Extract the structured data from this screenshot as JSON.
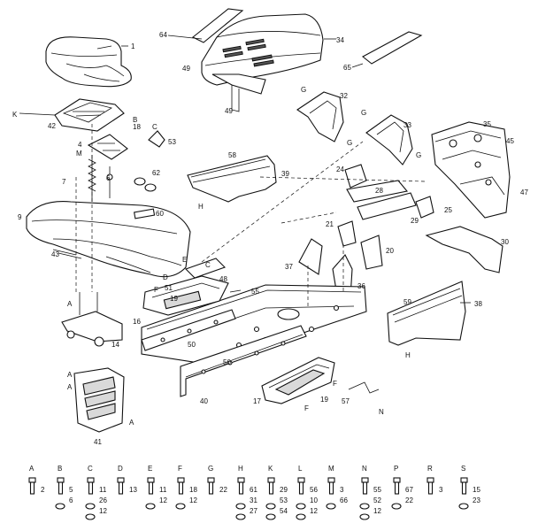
{
  "part_labels": [
    {
      "id": "1",
      "text": "1"
    },
    {
      "id": "64",
      "text": "64"
    },
    {
      "id": "34",
      "text": "34"
    },
    {
      "id": "49a",
      "text": "49"
    },
    {
      "id": "49b",
      "text": "49"
    },
    {
      "id": "65",
      "text": "65"
    },
    {
      "id": "42",
      "text": "42"
    },
    {
      "id": "18",
      "text": "18"
    },
    {
      "id": "4",
      "text": "4"
    },
    {
      "id": "53",
      "text": "53"
    },
    {
      "id": "32",
      "text": "32"
    },
    {
      "id": "33",
      "text": "33"
    },
    {
      "id": "35",
      "text": "35"
    },
    {
      "id": "45",
      "text": "45"
    },
    {
      "id": "62",
      "text": "62"
    },
    {
      "id": "7",
      "text": "7"
    },
    {
      "id": "6",
      "text": "6"
    },
    {
      "id": "58",
      "text": "58"
    },
    {
      "id": "39",
      "text": "39"
    },
    {
      "id": "24",
      "text": "24"
    },
    {
      "id": "28",
      "text": "28"
    },
    {
      "id": "25",
      "text": "25"
    },
    {
      "id": "47",
      "text": "47"
    },
    {
      "id": "9",
      "text": "9"
    },
    {
      "id": "60",
      "text": "60"
    },
    {
      "id": "21",
      "text": "21"
    },
    {
      "id": "29",
      "text": "29"
    },
    {
      "id": "30",
      "text": "30"
    },
    {
      "id": "20",
      "text": "20"
    },
    {
      "id": "43",
      "text": "43"
    },
    {
      "id": "48",
      "text": "48"
    },
    {
      "id": "37",
      "text": "37"
    },
    {
      "id": "51",
      "text": "51"
    },
    {
      "id": "55",
      "text": "55"
    },
    {
      "id": "36",
      "text": "36"
    },
    {
      "id": "19a",
      "text": "19"
    },
    {
      "id": "16",
      "text": "16"
    },
    {
      "id": "59",
      "text": "59"
    },
    {
      "id": "38",
      "text": "38"
    },
    {
      "id": "14",
      "text": "14"
    },
    {
      "id": "50a",
      "text": "50"
    },
    {
      "id": "50b",
      "text": "50"
    },
    {
      "id": "40",
      "text": "40"
    },
    {
      "id": "17",
      "text": "17"
    },
    {
      "id": "19b",
      "text": "19"
    },
    {
      "id": "57",
      "text": "57"
    },
    {
      "id": "41",
      "text": "41"
    }
  ],
  "ref_letters": [
    {
      "id": "K",
      "text": "K"
    },
    {
      "id": "B1",
      "text": "B"
    },
    {
      "id": "C1",
      "text": "C"
    },
    {
      "id": "M",
      "text": "M"
    },
    {
      "id": "G1",
      "text": "G"
    },
    {
      "id": "G2",
      "text": "G"
    },
    {
      "id": "G3",
      "text": "G"
    },
    {
      "id": "G4",
      "text": "G"
    },
    {
      "id": "H1",
      "text": "H"
    },
    {
      "id": "E",
      "text": "E"
    },
    {
      "id": "C2",
      "text": "C"
    },
    {
      "id": "D",
      "text": "D"
    },
    {
      "id": "F1",
      "text": "F"
    },
    {
      "id": "A1",
      "text": "A"
    },
    {
      "id": "A2",
      "text": "A"
    },
    {
      "id": "A3",
      "text": "A"
    },
    {
      "id": "A4",
      "text": "A"
    },
    {
      "id": "H2",
      "text": "H"
    },
    {
      "id": "F2",
      "text": "F"
    },
    {
      "id": "F3",
      "text": "F"
    },
    {
      "id": "N",
      "text": "N"
    }
  ],
  "hardware": [
    {
      "letter": "A",
      "nums": [
        "2"
      ]
    },
    {
      "letter": "B",
      "nums": [
        "5",
        "6"
      ]
    },
    {
      "letter": "C",
      "nums": [
        "11",
        "26",
        "12"
      ]
    },
    {
      "letter": "D",
      "nums": [
        "13"
      ]
    },
    {
      "letter": "E",
      "nums": [
        "11",
        "12"
      ]
    },
    {
      "letter": "F",
      "nums": [
        "18",
        "12"
      ]
    },
    {
      "letter": "G",
      "nums": [
        "22"
      ]
    },
    {
      "letter": "H",
      "nums": [
        "61",
        "31",
        "27"
      ]
    },
    {
      "letter": "K",
      "nums": [
        "29",
        "53",
        "54"
      ]
    },
    {
      "letter": "L",
      "nums": [
        "56",
        "10",
        "12"
      ]
    },
    {
      "letter": "M",
      "nums": [
        "3",
        "66"
      ]
    },
    {
      "letter": "N",
      "nums": [
        "55",
        "52",
        "12"
      ]
    },
    {
      "letter": "P",
      "nums": [
        "67",
        "22"
      ]
    },
    {
      "letter": "R",
      "nums": [
        "3"
      ]
    },
    {
      "letter": "S",
      "nums": [
        "15",
        "23"
      ]
    }
  ],
  "colors": {
    "ink": "#111111",
    "paper": "#ffffff",
    "shade": "#d9d9d9"
  }
}
